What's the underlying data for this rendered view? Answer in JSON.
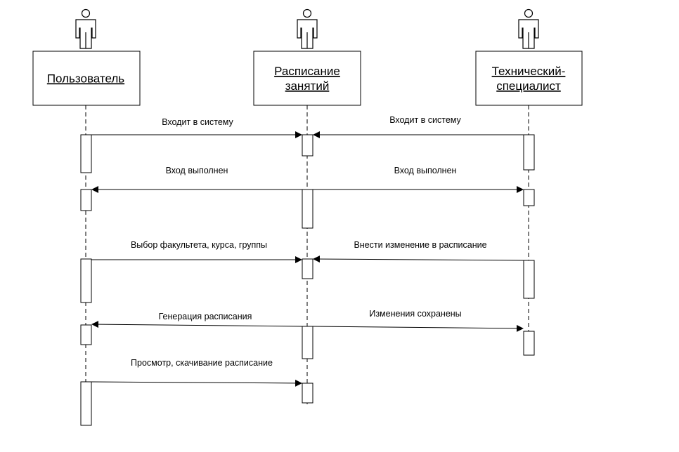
{
  "participants": [
    {
      "id": "user",
      "label_lines": [
        "Пользователь"
      ],
      "icon": "person-icon"
    },
    {
      "id": "schedule",
      "label_lines": [
        "Расписание",
        "занятий"
      ],
      "icon": "person-icon"
    },
    {
      "id": "tech",
      "label_lines": [
        "Технический-",
        "специалист"
      ],
      "icon": "person-icon"
    }
  ],
  "messages": [
    {
      "from": "user",
      "to": "schedule",
      "label": "Входит в систему"
    },
    {
      "from": "tech",
      "to": "schedule",
      "label": "Входит в систему"
    },
    {
      "from": "schedule",
      "to": "user",
      "label": "Вход выполнен"
    },
    {
      "from": "schedule",
      "to": "tech",
      "label": "Вход выполнен"
    },
    {
      "from": "user",
      "to": "schedule",
      "label": "Выбор факультета, курса, группы"
    },
    {
      "from": "tech",
      "to": "schedule",
      "label": "Внести изменение в расписание"
    },
    {
      "from": "schedule",
      "to": "user",
      "label": "Генерация расписания"
    },
    {
      "from": "schedule",
      "to": "tech",
      "label": "Изменения сохранены"
    },
    {
      "from": "user",
      "to": "schedule",
      "label": "Просмотр, скачивание расписание"
    }
  ]
}
